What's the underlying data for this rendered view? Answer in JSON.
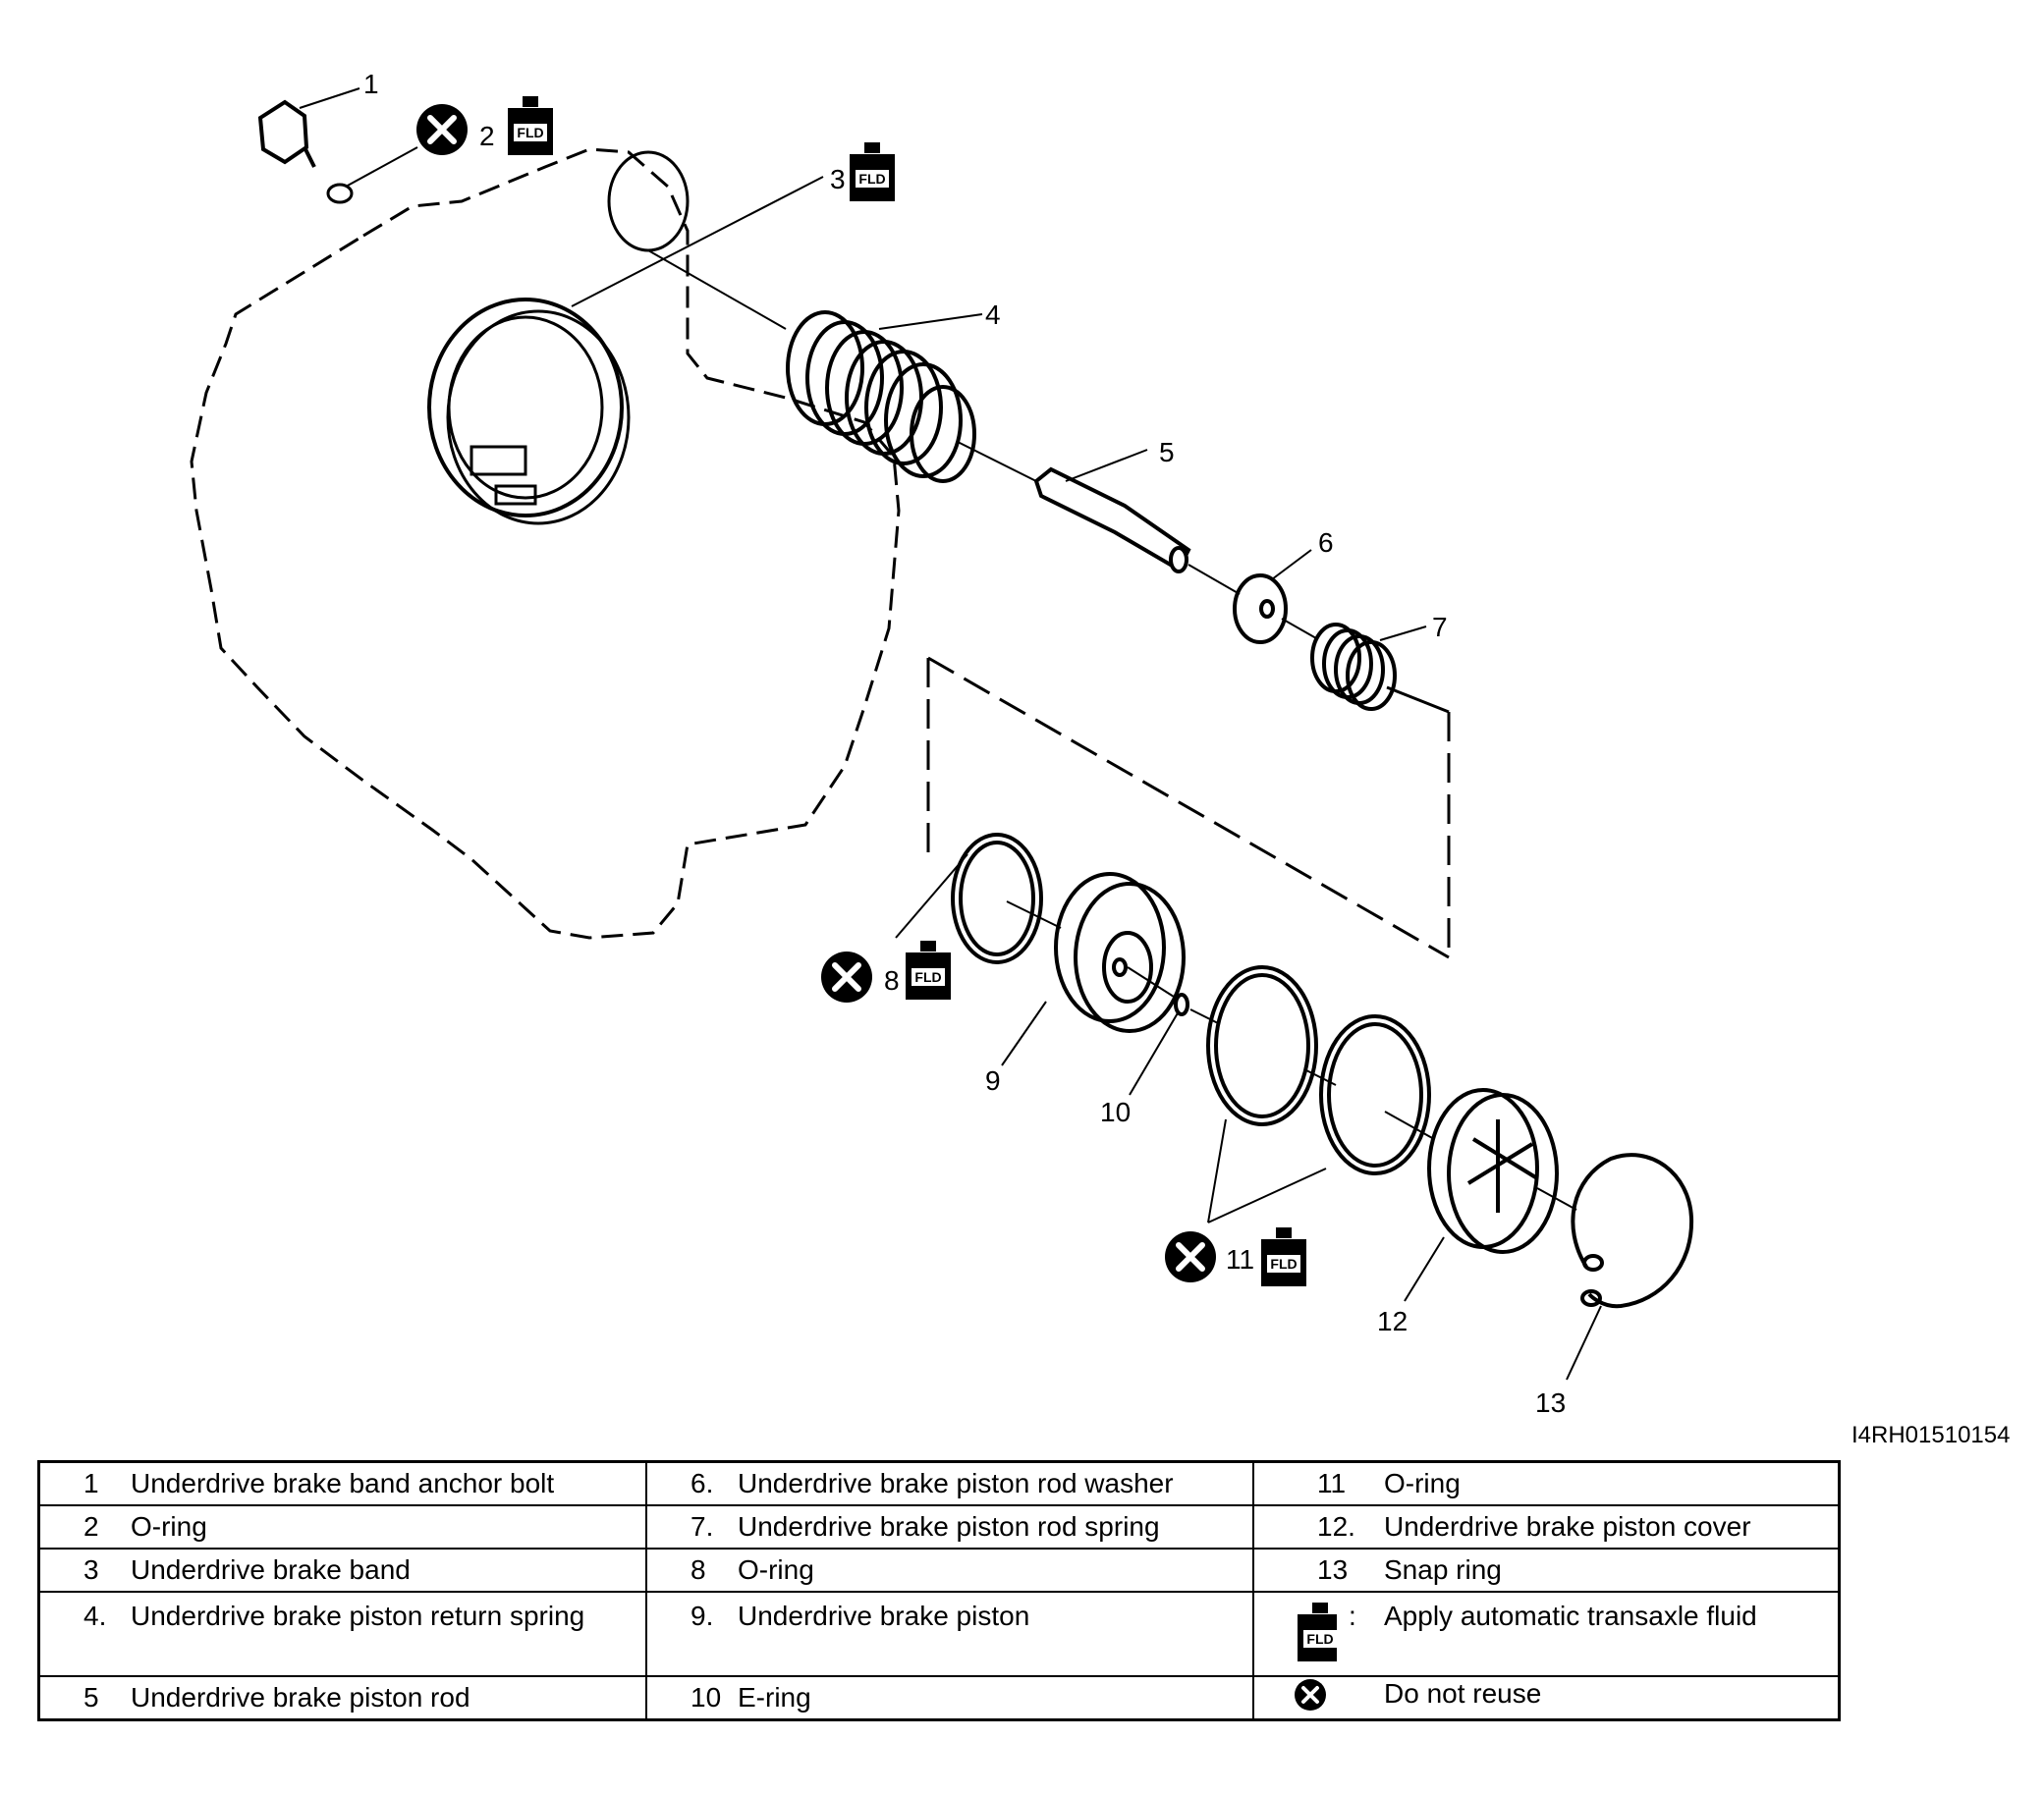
{
  "diagram": {
    "callouts": [
      {
        "n": "1"
      },
      {
        "n": "2"
      },
      {
        "n": "3"
      },
      {
        "n": "4"
      },
      {
        "n": "5"
      },
      {
        "n": "6"
      },
      {
        "n": "7"
      },
      {
        "n": "8"
      },
      {
        "n": "9"
      },
      {
        "n": "10"
      },
      {
        "n": "11"
      },
      {
        "n": "12"
      },
      {
        "n": "13"
      }
    ],
    "fld_label": "FLD",
    "figure_code": "I4RH01510154"
  },
  "legend": {
    "rows": [
      [
        {
          "num": "1",
          "text": "Underdrive brake band anchor bolt"
        },
        {
          "num": "6.",
          "text": "Underdrive brake piston rod washer"
        },
        {
          "num": "11",
          "text": "O-ring"
        }
      ],
      [
        {
          "num": "2",
          "text": "O-ring"
        },
        {
          "num": "7.",
          "text": "Underdrive brake piston rod spring"
        },
        {
          "num": "12.",
          "text": "Underdrive brake piston cover"
        }
      ],
      [
        {
          "num": "3",
          "text": "Underdrive brake band"
        },
        {
          "num": "8",
          "text": "O-ring"
        },
        {
          "num": "13",
          "text": "Snap ring"
        }
      ],
      [
        {
          "num": "4.",
          "text": "Underdrive brake piston return spring"
        },
        {
          "num": "9.",
          "text": "Underdrive brake piston"
        },
        {
          "symbol": "fluid-bottle-icon",
          "colon": ":",
          "text": "Apply automatic transaxle fluid"
        }
      ],
      [
        {
          "num": "5",
          "text": "Underdrive brake piston rod"
        },
        {
          "num": "10",
          "text": "E-ring"
        },
        {
          "symbol": "do-not-reuse-icon",
          "text": "Do not reuse"
        }
      ]
    ]
  }
}
